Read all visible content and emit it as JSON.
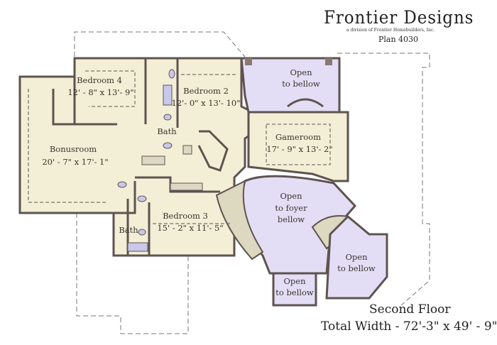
{
  "header": {
    "brand": "Frontier Designs",
    "subtitle": "a division of Frontier Homebuilders, Inc.",
    "plan": "Plan 4030"
  },
  "rooms": {
    "bedroom4": {
      "name": "Bedroom 4",
      "size": "12' - 8\" x 13'- 9\""
    },
    "bedroom2": {
      "name": "Bedroom 2",
      "size": "12'- 0\" x 13'- 10\""
    },
    "bath1": {
      "name": "Bath"
    },
    "bonusroom": {
      "name": "Bonusroom",
      "size": "20' - 7\" x 17'- 1\""
    },
    "gameroom": {
      "name": "Gameroom",
      "size": "17' - 9\" x 13'- 2\""
    },
    "bedroom3": {
      "name": "Bedroom 3",
      "size": "15' - 2\" x 11'- 5\""
    },
    "bath2": {
      "name": "Bath"
    },
    "open_top": {
      "line1": "Open",
      "line2": "to bellow"
    },
    "open_foyer": {
      "line1": "Open",
      "line2": "to foyer",
      "line3": "bellow"
    },
    "open_right": {
      "line1": "Open",
      "line2": "to bellow"
    },
    "open_bottom": {
      "line1": "Open",
      "line2": "to bellow"
    }
  },
  "footer": {
    "floor": "Second Floor",
    "dimensions": "Total Width - 72'-3\" x 49' - 9\""
  },
  "colors": {
    "room": "#f3efd6",
    "open": "#e3def5",
    "wall": "#5e5350"
  }
}
